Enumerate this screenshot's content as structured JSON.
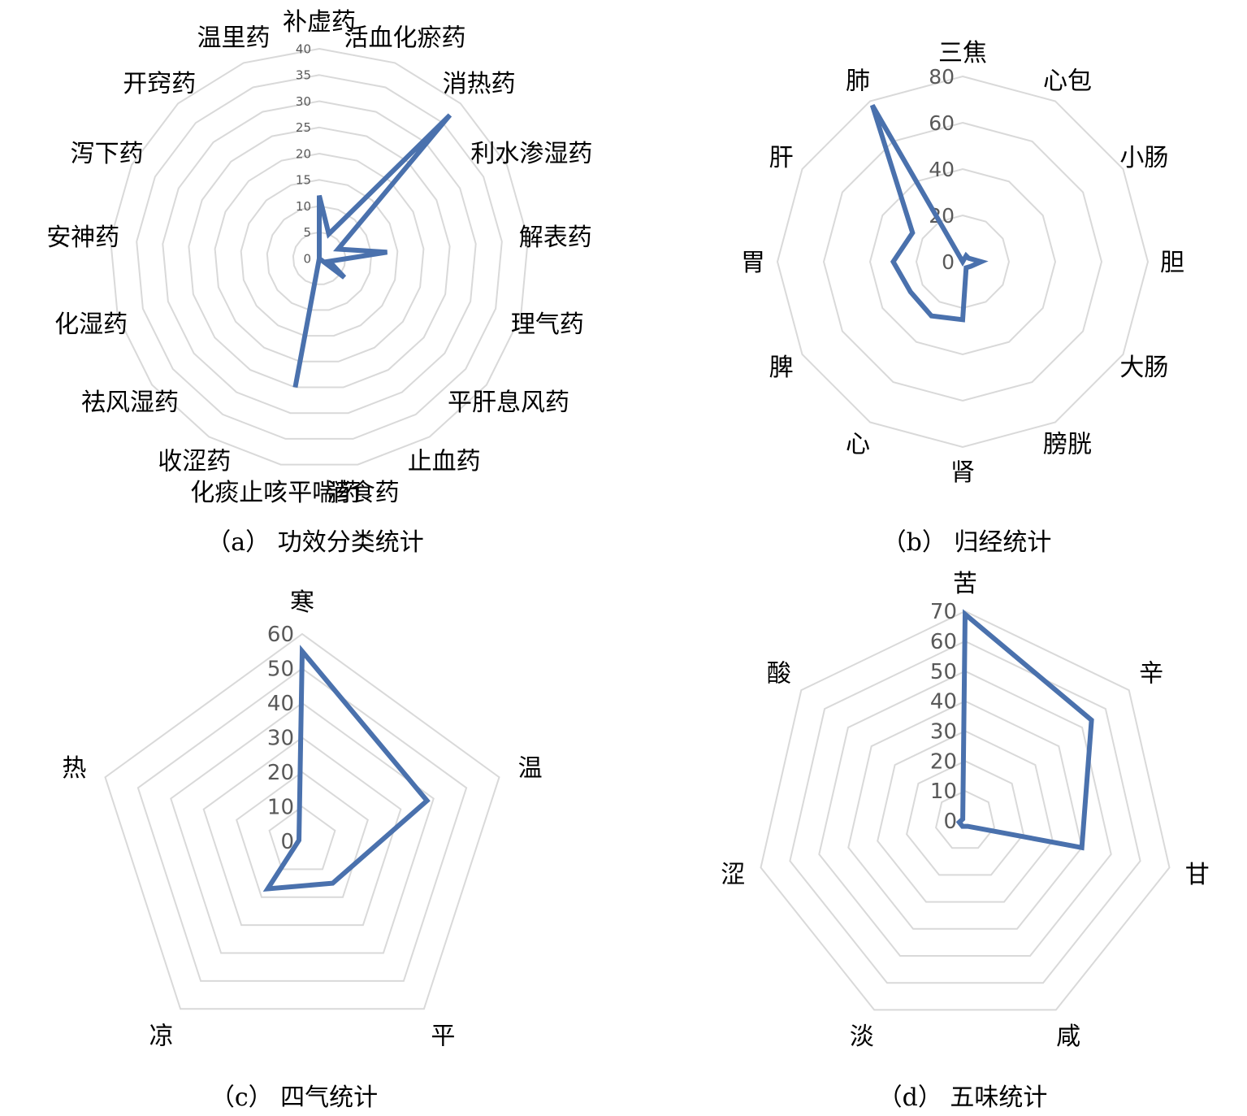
{
  "colors": {
    "series": "#4a71ad",
    "grid": "#d9d9d9",
    "tick_text": "#595959",
    "label_text": "#000000"
  },
  "chart_data": [
    {
      "id": "a",
      "type": "radar",
      "caption": "（a） 功效分类统计",
      "categories": [
        "补虚药",
        "活血化瘀药",
        "消热药",
        "利水渗湿药",
        "解表药",
        "理气药",
        "平肝息风药",
        "止血药",
        "消食药",
        "化痰止咳平喘药",
        "收涩药",
        "祛风湿药",
        "化湿药",
        "安神药",
        "泻下药",
        "开窍药",
        "温里药"
      ],
      "values": [
        12,
        5,
        37,
        4,
        13,
        2,
        6,
        0,
        0,
        25,
        0,
        0,
        0,
        0,
        0,
        0,
        0
      ],
      "ticks": [
        0,
        5,
        10,
        15,
        20,
        25,
        30,
        35,
        40
      ],
      "rmax": 40
    },
    {
      "id": "b",
      "type": "radar",
      "caption": "（b） 归经统计",
      "categories": [
        "三焦",
        "心包",
        "小肠",
        "胆",
        "大肠",
        "膀胱",
        "肾",
        "心",
        "脾",
        "胃",
        "肝",
        "肺"
      ],
      "values": [
        0,
        3,
        3,
        8,
        4,
        3,
        25,
        27,
        26,
        30,
        25,
        78
      ],
      "ticks": [
        0,
        20,
        40,
        60,
        80
      ],
      "rmax": 80
    },
    {
      "id": "c",
      "type": "radar",
      "caption": "（c） 四气统计",
      "categories": [
        "寒",
        "温",
        "平",
        "凉",
        "热"
      ],
      "values": [
        55,
        38,
        15,
        17,
        1
      ],
      "ticks": [
        0,
        10,
        20,
        30,
        40,
        50,
        60
      ],
      "rmax": 60
    },
    {
      "id": "d",
      "type": "radar",
      "caption": "（d） 五味统计",
      "categories": [
        "苦",
        "辛",
        "甘",
        "咸",
        "淡",
        "涩",
        "酸"
      ],
      "values": [
        69,
        54,
        40,
        2,
        2,
        2,
        1
      ],
      "ticks": [
        0,
        10,
        20,
        30,
        40,
        50,
        60,
        70
      ],
      "rmax": 70
    }
  ]
}
